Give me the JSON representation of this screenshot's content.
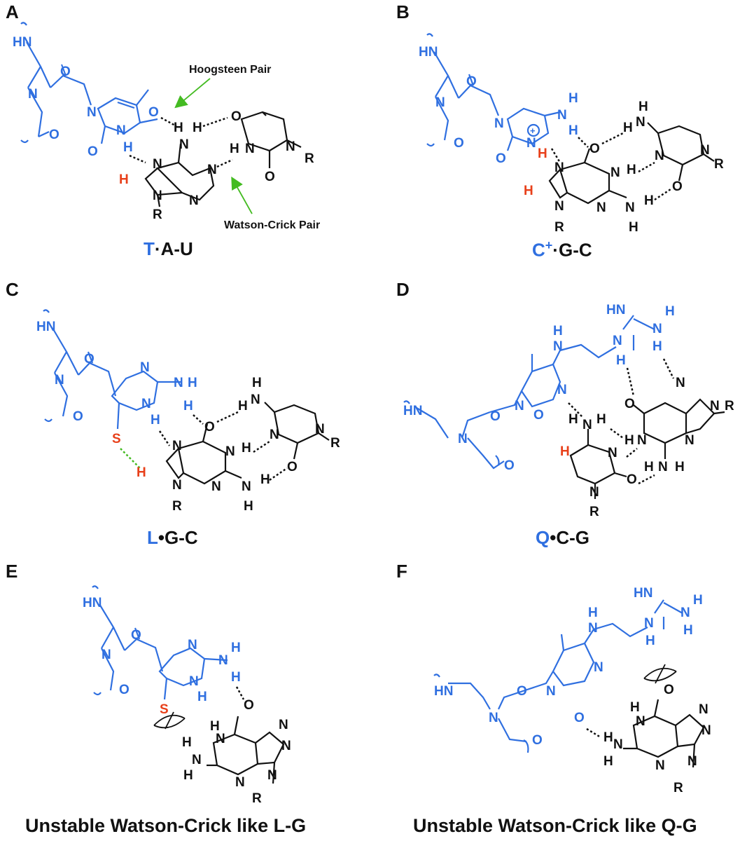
{
  "colors": {
    "blue": "#2f6fe0",
    "black": "#111111",
    "red": "#e8401a",
    "green": "#44bb22"
  },
  "panels": {
    "A": {
      "label": "A",
      "caption_blue": "T",
      "caption_sep": "·",
      "caption_black": "A-U",
      "annotation_hoogsteen": "Hoogsteen Pair",
      "annotation_watson": "Watson-Crick Pair"
    },
    "B": {
      "label": "B",
      "caption_blue": "C",
      "caption_sup": "+",
      "caption_sep": "·",
      "caption_black": "G-C"
    },
    "C": {
      "label": "C",
      "caption_blue": "L",
      "caption_sep": "•",
      "caption_black": "G-C"
    },
    "D": {
      "label": "D",
      "caption_blue": "Q",
      "caption_sep": "•",
      "caption_black": "C-G"
    },
    "E": {
      "label": "E",
      "caption": "Unstable Watson-Crick like L-G"
    },
    "F": {
      "label": "F",
      "caption": "Unstable Watson-Crick like Q-G"
    }
  },
  "atoms": {
    "HN": "HN",
    "N": "N",
    "O": "O",
    "H": "H",
    "R": "R",
    "S": "S",
    "HNeq": "HN",
    "plus": "+"
  }
}
